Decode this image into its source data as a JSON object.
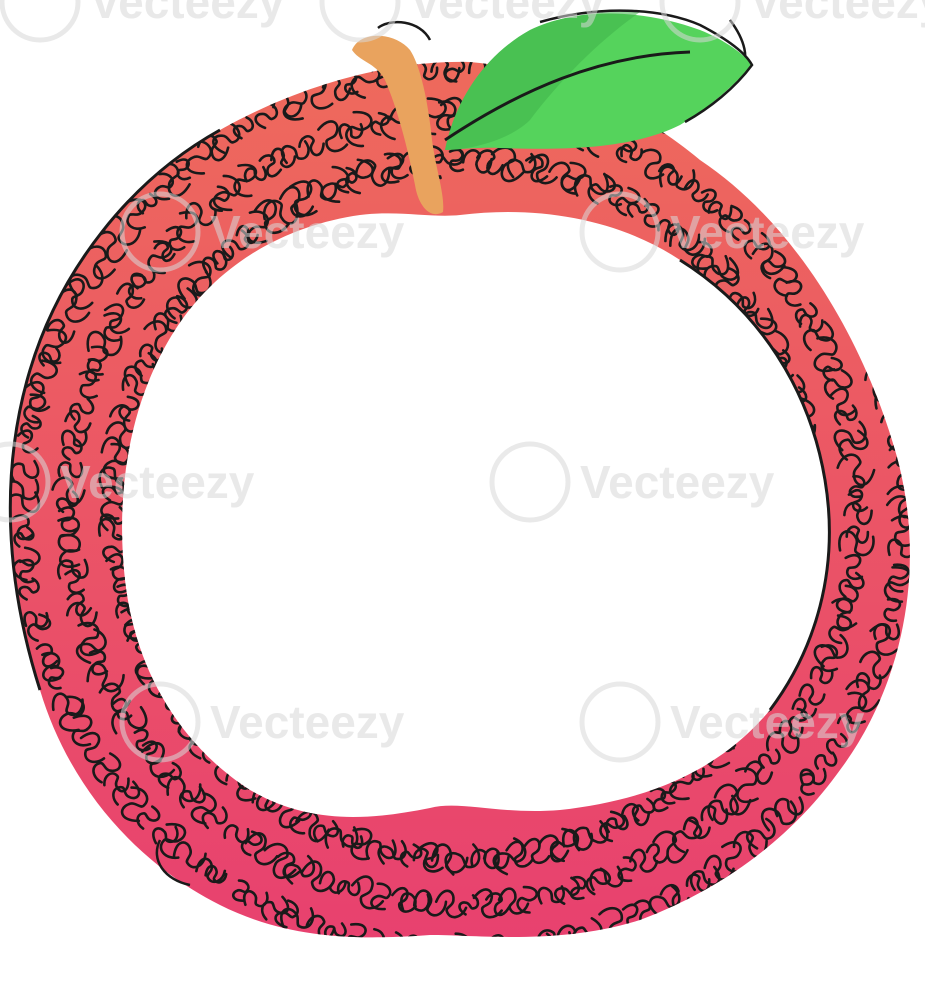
{
  "illustration": {
    "subject": "apple-frame",
    "colors": {
      "apple_top": "#EE6A5C",
      "apple_bottom": "#E8416F",
      "swirl_line": "#1A1A1A",
      "stem": "#E9A35E",
      "leaf": "#55D35C",
      "leaf_dark": "#3FB34A",
      "background": "#FFFFFF"
    },
    "style": "single continuous line with swirl fill"
  },
  "watermark": {
    "text": "Vecteezy",
    "color": "#D8D8D8"
  }
}
